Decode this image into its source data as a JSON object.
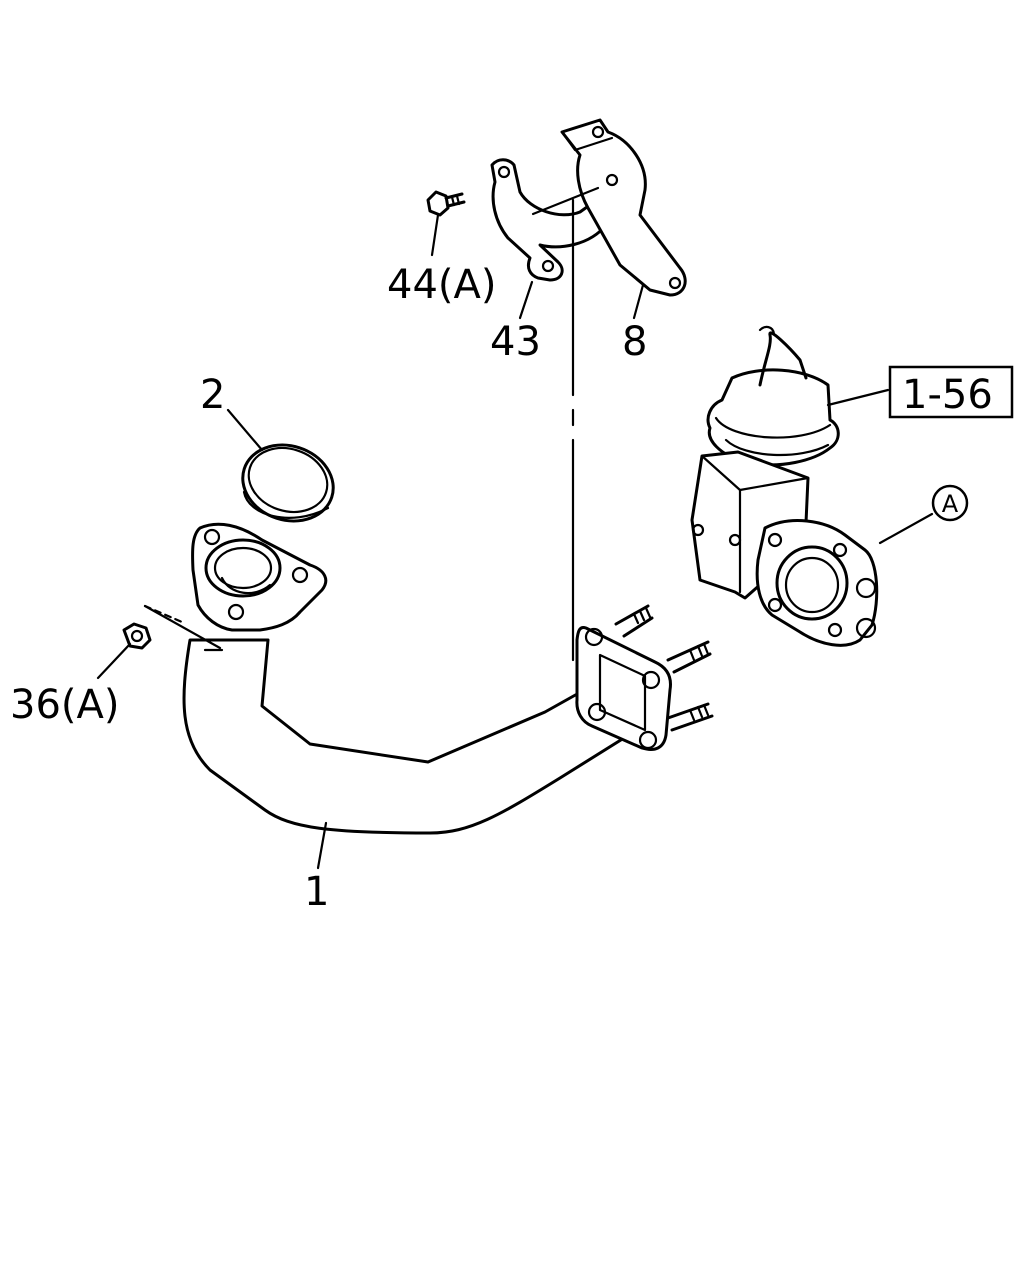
{
  "labels": {
    "pipe": "1",
    "gasket": "2",
    "bracket_8": "8",
    "clamp_43": "43",
    "bolt_44": "44(A)",
    "nut_36": "36(A)",
    "ref_box": "1-56",
    "view_marker": "A"
  },
  "colors": {
    "line": "#000000",
    "background": "#ffffff"
  }
}
